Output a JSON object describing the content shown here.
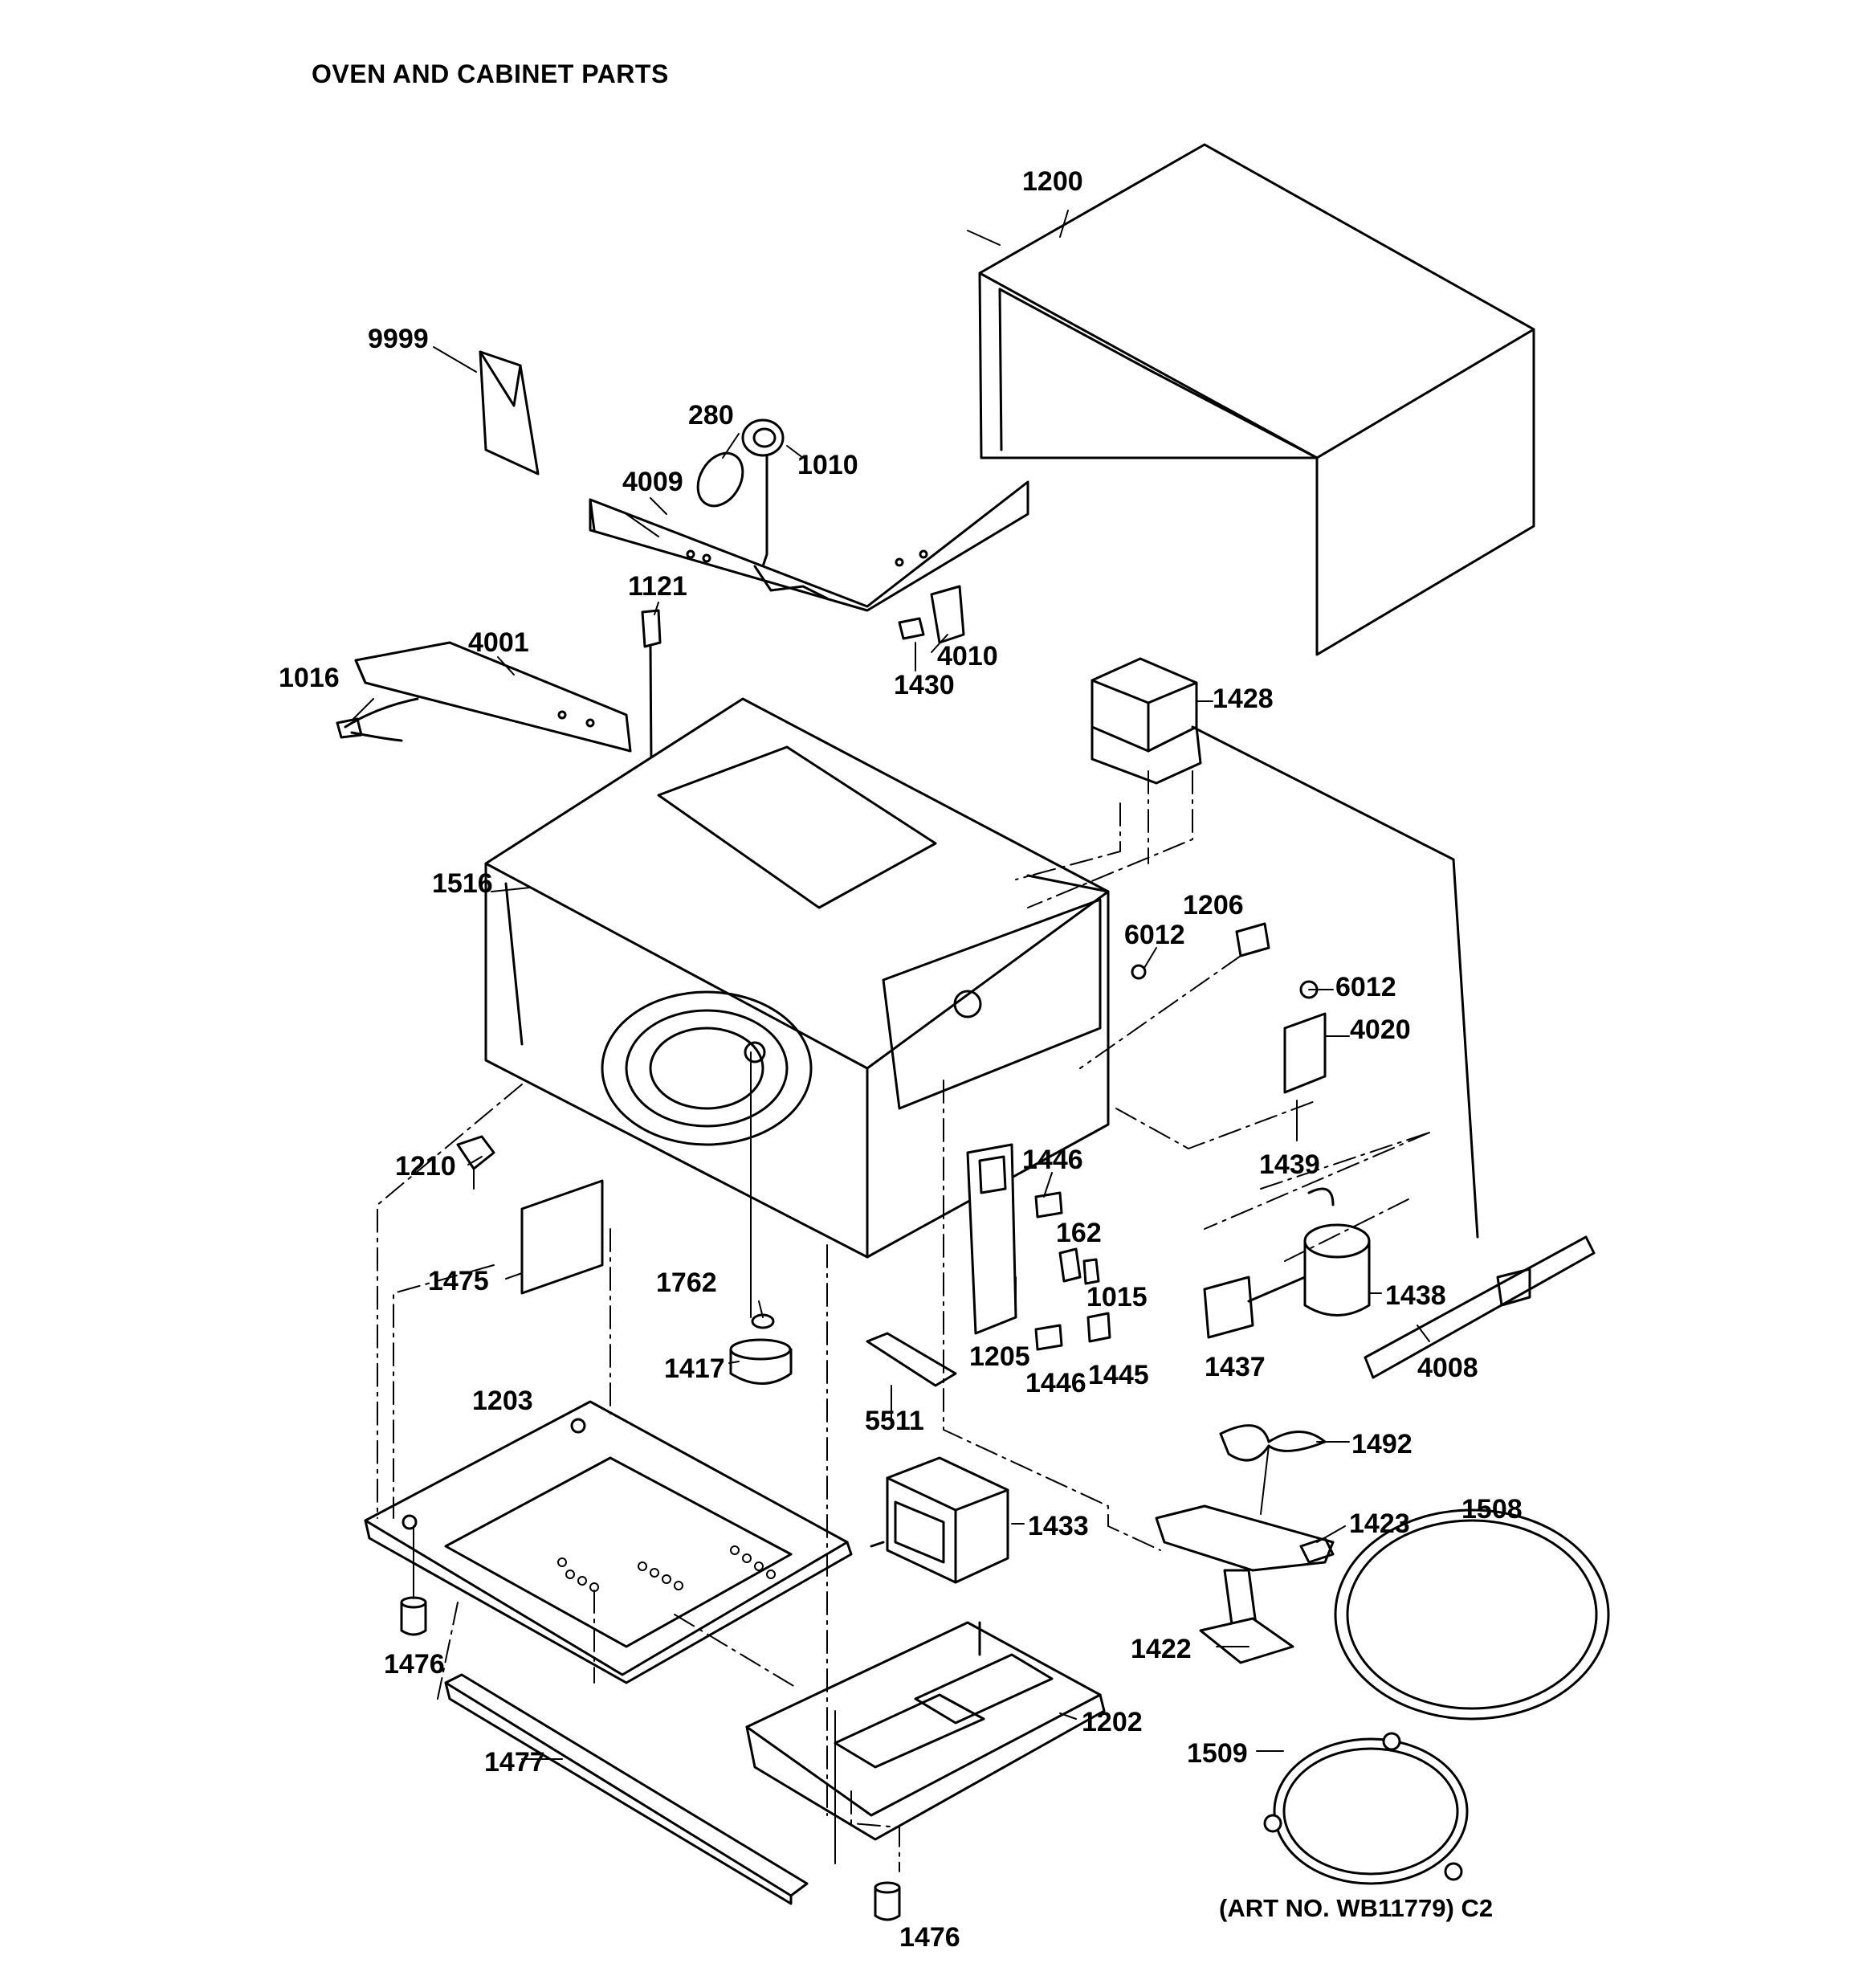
{
  "title": "OVEN AND CABINET PARTS",
  "art_note": "(ART NO. WB11779) C2",
  "labels": {
    "p1200": "1200",
    "p9999": "9999",
    "p280": "280",
    "p1010": "1010",
    "p4009": "4009",
    "p1121": "1121",
    "p4001": "4001",
    "p1016": "1016",
    "p4010": "4010",
    "p1430": "1430",
    "p1428": "1428",
    "p1516": "1516",
    "p1206": "1206",
    "p6012a": "6012",
    "p6012b": "6012",
    "p4020": "4020",
    "p1210": "1210",
    "p1446a": "1446",
    "p1439": "1439",
    "p1623": "162",
    "p1015": "1015",
    "p1438": "1438",
    "p1475": "1475",
    "p1762": "1762",
    "p1417": "1417",
    "p1205": "1205",
    "p1446b": "1446",
    "p1445": "1445",
    "p1437": "1437",
    "p4008": "4008",
    "p1203": "1203",
    "p5511": "5511",
    "p1492": "1492",
    "p1433": "1433",
    "p1423": "1423",
    "p1508": "1508",
    "p1476a": "1476",
    "p1422": "1422",
    "p1202": "1202",
    "p1509": "1509",
    "p1477": "1477",
    "p1476b": "1476"
  }
}
